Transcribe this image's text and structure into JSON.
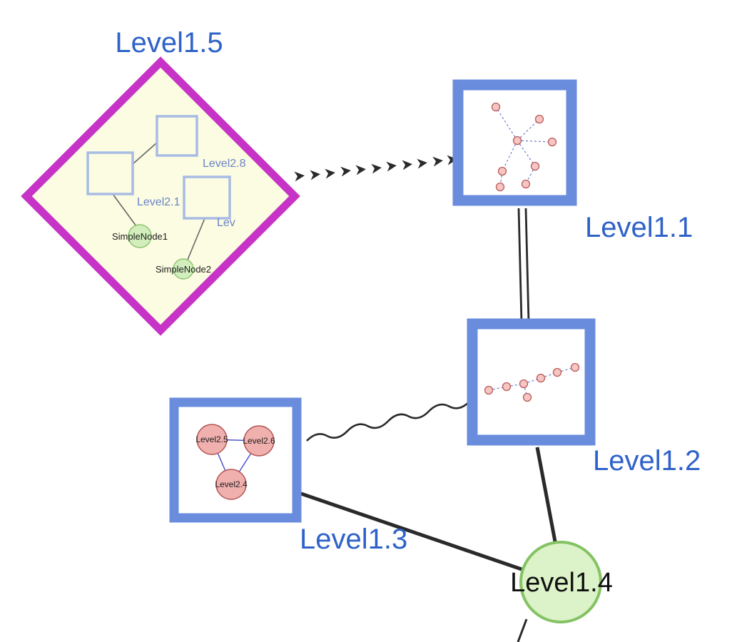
{
  "diagram": {
    "type": "nested-graph",
    "colors": {
      "label_blue": "#2f62c9",
      "diamond_border": "#c633c6",
      "diamond_fill": "#fbfce1",
      "group_border": "#6a8cdd",
      "group_fill": "#ffffff",
      "inner_square_border": "#a8bbe4",
      "green_fill": "#dcf2c8",
      "green_border": "#84c363",
      "pink_fill": "#f5c6c4",
      "pink_border": "#bb5b59",
      "edge_dark": "#2a2a2a",
      "inner_edge_blue": "#7080cc"
    },
    "nodes": {
      "level1_5": {
        "label": "Level1.5",
        "shape": "diamond-group",
        "children": {
          "square_top": {
            "label": "Level2.8",
            "shape": "square"
          },
          "square_left": {
            "label": "Level2.1",
            "shape": "square"
          },
          "square_right": {
            "label": "Lev",
            "shape": "square"
          },
          "simple_node_1": {
            "label": "SimpleNode1",
            "shape": "circle"
          },
          "simple_node_2": {
            "label": "SimpleNode2",
            "shape": "circle"
          }
        }
      },
      "level1_1": {
        "label": "Level1.1",
        "shape": "square-group"
      },
      "level1_2": {
        "label": "Level1.2",
        "shape": "square-group"
      },
      "level1_3": {
        "label": "Level1.3",
        "shape": "square-group",
        "children": {
          "node_left": {
            "label": "Level2.5",
            "shape": "circle"
          },
          "node_right": {
            "label": "Level2.6",
            "shape": "circle"
          },
          "node_bottom": {
            "label": "Level2.4",
            "shape": "circle"
          }
        }
      },
      "level1_4": {
        "label": "Level1.4",
        "shape": "circle"
      }
    },
    "edges": [
      {
        "from": "level1_5",
        "to": "level1_1",
        "style": "thick-dashed-arrow"
      },
      {
        "from": "level1_1",
        "to": "level1_2",
        "style": "double-line"
      },
      {
        "from": "level1_3",
        "to": "level1_2",
        "style": "wavy"
      },
      {
        "from": "level1_3",
        "to": "level1_4",
        "style": "solid"
      },
      {
        "from": "level1_2",
        "to": "level1_4",
        "style": "solid"
      }
    ]
  }
}
